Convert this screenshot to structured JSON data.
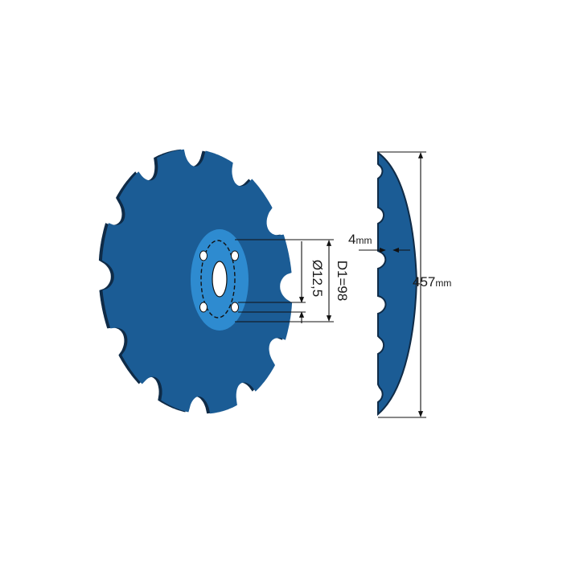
{
  "colors": {
    "disc_fill": "#1b5c95",
    "disc_edge": "#0f2b47",
    "hub_fill": "#2e8bd0",
    "hole_fill": "#ffffff",
    "dim_color": "#111111"
  },
  "labels": {
    "bolt_hole_diameter": "Ø12,5",
    "bolt_circle_diameter": "D1=98",
    "thickness_value": "4",
    "thickness_unit": "mm",
    "outer_diameter_value": "457",
    "outer_diameter_unit": "mm"
  },
  "disc": {
    "notch_count": 12,
    "bolt_hole_count": 4
  }
}
